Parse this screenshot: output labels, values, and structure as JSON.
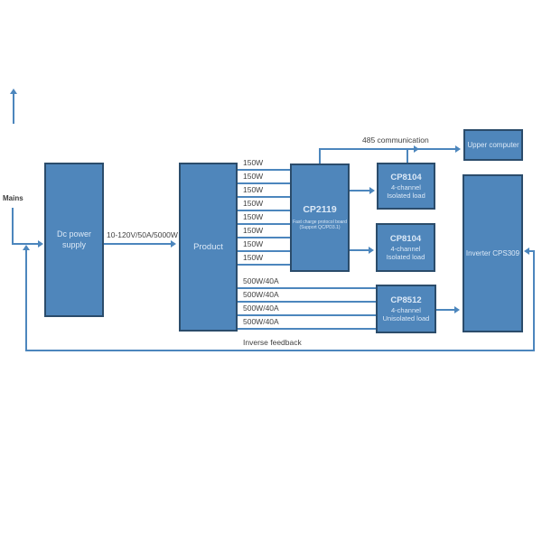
{
  "blocks": {
    "dc_power_supply": {
      "label": "Dc power supply"
    },
    "product": {
      "label": "Product"
    },
    "cp2119": {
      "title": "CP2119",
      "subtitle1": "Fast charge protocol board",
      "subtitle2": "(Support QC/PD3.1)"
    },
    "cp8104_top": {
      "title": "CP8104",
      "line2": "4-channel",
      "line3": "Isolated load"
    },
    "cp8104_bottom": {
      "title": "CP8104",
      "line2": "4-channel",
      "line3": "Isolated load"
    },
    "cp8512": {
      "title": "CP8512",
      "line2": "4-channel",
      "line3": "Unisolated load"
    },
    "upper_computer": {
      "label": "Upper computer"
    },
    "inverter": {
      "label": "Inverter CPS309"
    }
  },
  "labels": {
    "mains": "Mains",
    "dc_output": "10-120V/50A/5000W",
    "communication": "485 communication",
    "inverse_feedback": "Inverse feedback"
  },
  "channels": {
    "fast_charge": [
      "150W",
      "150W",
      "150W",
      "150W",
      "150W",
      "150W",
      "150W",
      "150W"
    ],
    "high_power": [
      "500W/40A",
      "500W/40A",
      "500W/40A",
      "500W/40A"
    ]
  },
  "colors": {
    "block_fill": "#4f86bb",
    "block_border": "#2b4c6b",
    "wire": "#4c86bd",
    "label_text": "#3f3f3f",
    "block_text": "#dce9f7"
  }
}
